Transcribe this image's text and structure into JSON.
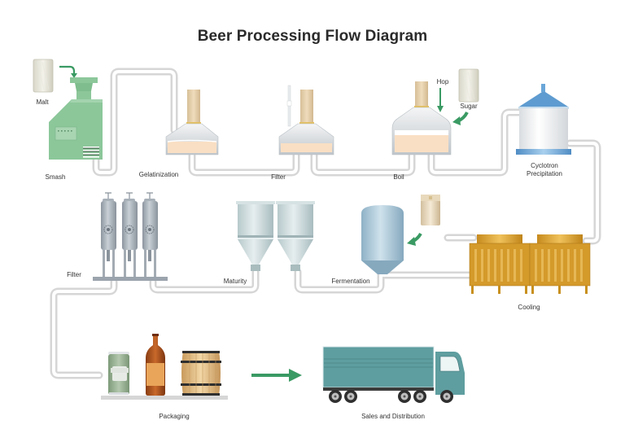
{
  "diagram": {
    "title": "Beer Processing Flow Diagram",
    "colors": {
      "pipe": "#dcdcdc",
      "pipe_core": "#ffffff",
      "arrow": "#3a9a63",
      "smash_machine": "#8cc79a",
      "tank_steel": "#c9cfd4",
      "wort": "#f9dfc3",
      "neck": "#e5cfa8",
      "cyclone_roof": "#5e9bd0",
      "filter_tank": "#9fa8b2",
      "maturity_tank": "#c4d5d7",
      "fermenter": "#a6c4d6",
      "cooler": "#d49a2a",
      "truck": "#5f9ea0",
      "bottle": "#a6501c",
      "can": "#8fa98a",
      "barrel": "#e6c592"
    },
    "nodes": [
      {
        "id": "malt",
        "label": "Malt",
        "kind": "ingredient-bag"
      },
      {
        "id": "smash",
        "label": "Smash",
        "kind": "mill"
      },
      {
        "id": "gelatinization",
        "label": "Gelatinization",
        "kind": "kettle"
      },
      {
        "id": "filter1",
        "label": "Filter",
        "kind": "kettle"
      },
      {
        "id": "boil",
        "label": "Boil",
        "kind": "kettle"
      },
      {
        "id": "hop",
        "label": "Hop",
        "kind": "ingredient"
      },
      {
        "id": "sugar",
        "label": "Sugar",
        "kind": "ingredient-bag"
      },
      {
        "id": "cyclotron",
        "label_line1": "Cyclotron",
        "label_line2": "Precipitation",
        "kind": "silo"
      },
      {
        "id": "cooling",
        "label": "Cooling",
        "kind": "cooler"
      },
      {
        "id": "fermentation",
        "label": "Fermentation",
        "kind": "fermenter"
      },
      {
        "id": "yeast",
        "label": "",
        "kind": "ingredient-jar"
      },
      {
        "id": "maturity",
        "label": "Maturity",
        "kind": "conical-tanks"
      },
      {
        "id": "filter2",
        "label": "Filter",
        "kind": "filter-tanks"
      },
      {
        "id": "packaging",
        "label": "Packaging",
        "kind": "packages"
      },
      {
        "id": "distribution",
        "label": "Sales and Distribution",
        "kind": "truck"
      }
    ],
    "flows": [
      [
        "malt",
        "smash"
      ],
      [
        "smash",
        "gelatinization"
      ],
      [
        "gelatinization",
        "filter1"
      ],
      [
        "filter1",
        "boil"
      ],
      [
        "hop",
        "boil"
      ],
      [
        "sugar",
        "boil"
      ],
      [
        "boil",
        "cyclotron"
      ],
      [
        "cyclotron",
        "cooling"
      ],
      [
        "cooling",
        "fermentation"
      ],
      [
        "yeast",
        "fermentation"
      ],
      [
        "fermentation",
        "maturity"
      ],
      [
        "maturity",
        "filter2"
      ],
      [
        "filter2",
        "packaging"
      ],
      [
        "packaging",
        "distribution"
      ]
    ]
  }
}
